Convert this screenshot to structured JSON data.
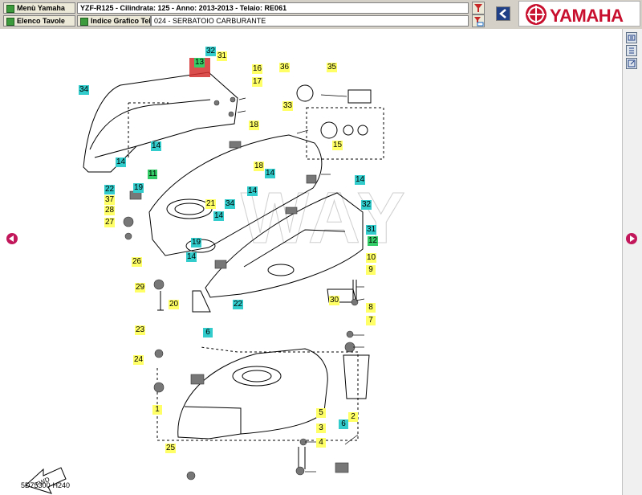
{
  "header": {
    "menu_button": "Menù Yamaha",
    "tables_button": "Elenco Tavole",
    "model_info": "YZF-R125 - Cilindrata: 125 - Anno: 2013-2013 - Telaio: RE061",
    "index_button": "Indice Grafico Telaio",
    "table_title": "024 - SERBATOIO CARBURANTE",
    "brand": "YAMAHA"
  },
  "diagram": {
    "code": "5D75300-H240",
    "fwd": "FWD",
    "callouts": [
      {
        "label": "32",
        "color": "c"
      },
      {
        "label": "13",
        "color": "g"
      },
      {
        "label": "31",
        "color": "y"
      },
      {
        "label": "16",
        "color": "y"
      },
      {
        "label": "17",
        "color": "y"
      },
      {
        "label": "34",
        "color": "c"
      },
      {
        "label": "18",
        "color": "y"
      },
      {
        "label": "36",
        "color": "y"
      },
      {
        "label": "35",
        "color": "y"
      },
      {
        "label": "33",
        "color": "y"
      },
      {
        "label": "15",
        "color": "y"
      },
      {
        "label": "14",
        "color": "c"
      },
      {
        "label": "14",
        "color": "c"
      },
      {
        "label": "11",
        "color": "g"
      },
      {
        "label": "22",
        "color": "c"
      },
      {
        "label": "19",
        "color": "c"
      },
      {
        "label": "37",
        "color": "y"
      },
      {
        "label": "28",
        "color": "y"
      },
      {
        "label": "27",
        "color": "y"
      },
      {
        "label": "18",
        "color": "y"
      },
      {
        "label": "14",
        "color": "c"
      },
      {
        "label": "14",
        "color": "c"
      },
      {
        "label": "14",
        "color": "c"
      },
      {
        "label": "21",
        "color": "y"
      },
      {
        "label": "34",
        "color": "c"
      },
      {
        "label": "14",
        "color": "c"
      },
      {
        "label": "32",
        "color": "c"
      },
      {
        "label": "31",
        "color": "c"
      },
      {
        "label": "19",
        "color": "c"
      },
      {
        "label": "12",
        "color": "g"
      },
      {
        "label": "14",
        "color": "c"
      },
      {
        "label": "10",
        "color": "y"
      },
      {
        "label": "26",
        "color": "y"
      },
      {
        "label": "9",
        "color": "y"
      },
      {
        "label": "29",
        "color": "y"
      },
      {
        "label": "30",
        "color": "y"
      },
      {
        "label": "20",
        "color": "y"
      },
      {
        "label": "22",
        "color": "c"
      },
      {
        "label": "8",
        "color": "y"
      },
      {
        "label": "7",
        "color": "y"
      },
      {
        "label": "23",
        "color": "y"
      },
      {
        "label": "6",
        "color": "c"
      },
      {
        "label": "24",
        "color": "y"
      },
      {
        "label": "2",
        "color": "y"
      },
      {
        "label": "1",
        "color": "y"
      },
      {
        "label": "5",
        "color": "y"
      },
      {
        "label": "6",
        "color": "c"
      },
      {
        "label": "3",
        "color": "y"
      },
      {
        "label": "4",
        "color": "y"
      },
      {
        "label": "25",
        "color": "y"
      }
    ]
  }
}
